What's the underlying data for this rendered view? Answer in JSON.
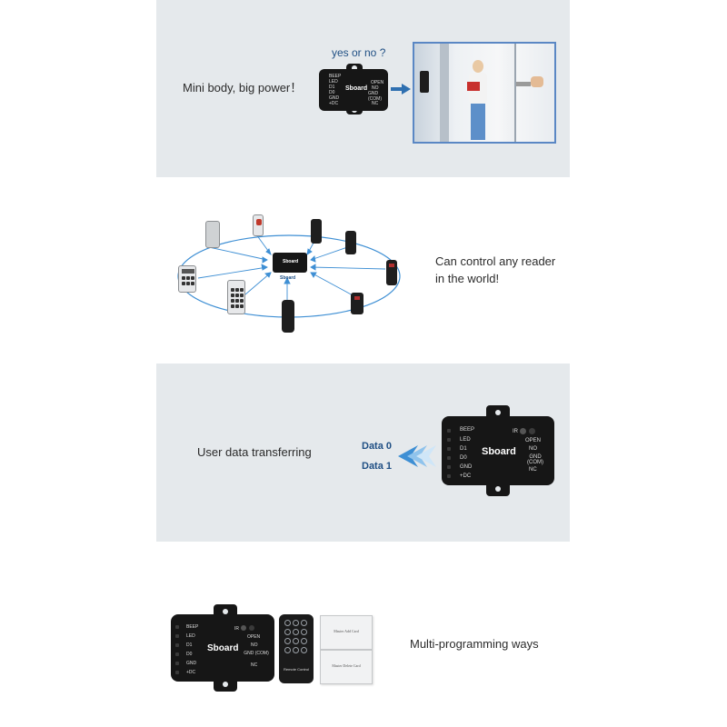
{
  "section1": {
    "caption": "Mini body, big power！",
    "question": "yes or no ?"
  },
  "section2": {
    "caption": "Can control any reader in the world!"
  },
  "section3": {
    "caption": "User data transferring",
    "data0": "Data 0",
    "data1": "Data 1"
  },
  "section4": {
    "caption": "Multi-programming ways",
    "remote_label": "Remote Control",
    "card_add": "Master Add Card",
    "card_delete": "Master Delete Card"
  },
  "device": {
    "brand": "Sboard",
    "left_terminals": [
      "BEEP",
      "LED",
      "D1",
      "D0",
      "GND",
      "+DC"
    ],
    "right_terminals": [
      "OPEN",
      "NO",
      "GND (COM)",
      "NC"
    ],
    "ir_label": "IR"
  },
  "colors": {
    "panel_gray": "#e5e9ec",
    "accent_blue": "#1f4f84",
    "link_blue": "#3e8fd4",
    "device_black": "#161616"
  },
  "icons": [
    "arrow-right-icon",
    "arrow-left-icon",
    "cycle-arrows-icon"
  ]
}
